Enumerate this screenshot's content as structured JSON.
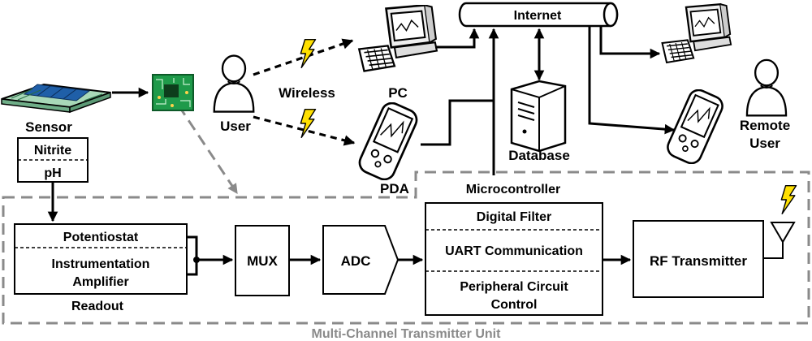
{
  "labels": {
    "sensor": "Sensor",
    "nitrite": "Nitrite",
    "ph": "pH",
    "user": "User",
    "wireless": "Wireless",
    "pc": "PC",
    "pda": "PDA",
    "internet": "Internet",
    "database": "Database",
    "remote_user_line1": "Remote",
    "remote_user_line2": "User",
    "microcontroller": "Microcontroller",
    "potentiostat": "Potentiostat",
    "instr_amp_line1": "Instrumentation",
    "instr_amp_line2": "Amplifier",
    "readout": "Readout",
    "mux": "MUX",
    "adc": "ADC",
    "digital_filter": "Digital Filter",
    "uart": "UART Communication",
    "peripheral_line1": "Peripheral Circuit",
    "peripheral_line2": "Control",
    "rf_transmitter": "RF Transmitter",
    "unit_caption": "Multi-Channel Transmitter Unit"
  },
  "icons": {
    "sensor": "sensor-chip-icon",
    "pcb": "circuit-board-icon",
    "user": "user-icon",
    "remote_user": "remote-user-icon",
    "pc": "desktop-computer-icon",
    "pda": "pda-icon",
    "database": "database-server-icon",
    "bolt": "lightning-bolt-icon",
    "antenna": "antenna-icon"
  },
  "colors": {
    "sensor_blue": "#1f5fa8",
    "sensor_board": "#a8d8b8",
    "pcb_green": "#1f9a4a",
    "caption_gray": "#8a8a8a",
    "bolt_yellow": "#ffe000"
  }
}
